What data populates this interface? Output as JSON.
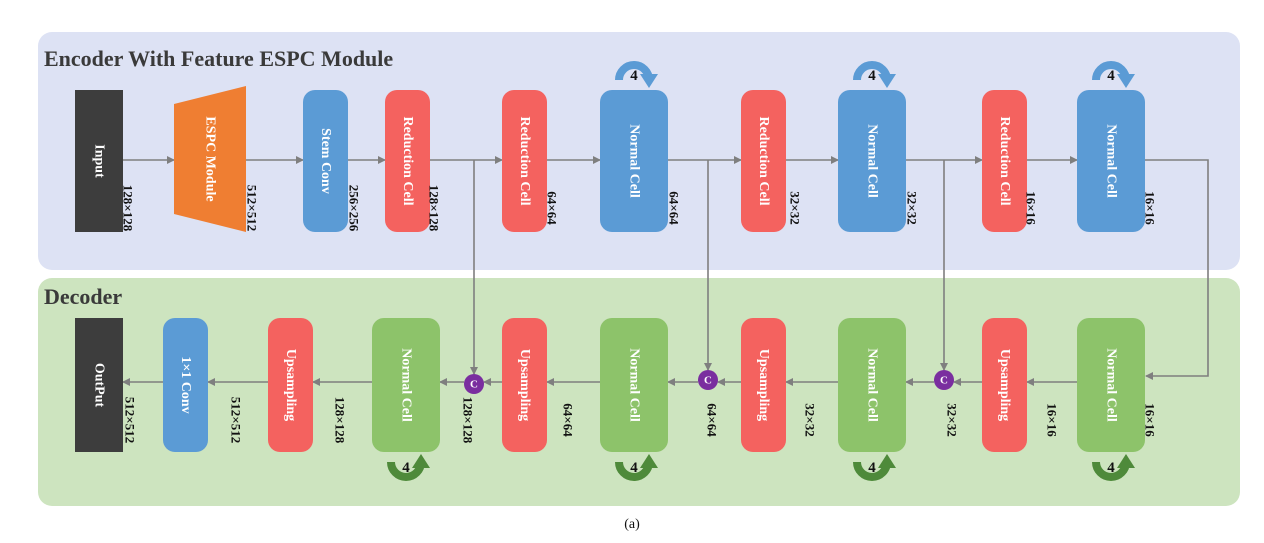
{
  "encoder": {
    "title": "Encoder With Feature ESPC Module",
    "blocks": [
      {
        "id": "input",
        "label": "Input",
        "color": "#3d3d3d",
        "dim": "128×128"
      },
      {
        "id": "espc",
        "label": "ESPC Module",
        "color": "#ef7e32",
        "dim": "512×512"
      },
      {
        "id": "stem",
        "label": "Stem Conv",
        "color": "#5b9bd5",
        "dim": "256×256"
      },
      {
        "id": "red1",
        "label": "Reduction Cell",
        "color": "#f4625f",
        "dim": "128×128"
      },
      {
        "id": "red2",
        "label": "Reduction Cell",
        "color": "#f4625f",
        "dim": "64×64"
      },
      {
        "id": "norm1",
        "label": "Normal Cell",
        "color": "#5b9bd5",
        "dim": "64×64",
        "repeat": "4"
      },
      {
        "id": "red3",
        "label": "Reduction Cell",
        "color": "#f4625f",
        "dim": "32×32"
      },
      {
        "id": "norm2",
        "label": "Normal Cell",
        "color": "#5b9bd5",
        "dim": "32×32",
        "repeat": "4"
      },
      {
        "id": "red4",
        "label": "Reduction Cell",
        "color": "#f4625f",
        "dim": "16×16"
      },
      {
        "id": "norm3",
        "label": "Normal Cell",
        "color": "#5b9bd5",
        "dim": "16×16",
        "repeat": "4"
      }
    ]
  },
  "decoder": {
    "title": "Decoder",
    "blocks": [
      {
        "id": "output",
        "label": "OutPut",
        "color": "#3d3d3d",
        "dim": "512×512"
      },
      {
        "id": "conv1x1",
        "label": "1×1 Conv",
        "color": "#5b9bd5",
        "dim": "512×512"
      },
      {
        "id": "up1",
        "label": "Upsampling",
        "color": "#f4625f",
        "dim": "128×128"
      },
      {
        "id": "dnorm1",
        "label": "Normal Cell",
        "color": "#8dc36a",
        "dim": "128×128",
        "repeat": "4"
      },
      {
        "id": "up2",
        "label": "Upsampling",
        "color": "#f4625f",
        "dim": "64×64"
      },
      {
        "id": "dnorm2",
        "label": "Normal Cell",
        "color": "#8dc36a",
        "dim": "64×64",
        "repeat": "4"
      },
      {
        "id": "up3",
        "label": "Upsampling",
        "color": "#f4625f",
        "dim": "32×32"
      },
      {
        "id": "dnorm3",
        "label": "Normal Cell",
        "color": "#8dc36a",
        "dim": "32×32",
        "repeat": "4"
      },
      {
        "id": "up4",
        "label": "Upsampling",
        "color": "#f4625f",
        "dim": "16×16"
      },
      {
        "id": "dnorm4",
        "label": "Normal Cell",
        "color": "#8dc36a",
        "dim": "16×16",
        "repeat": "4"
      }
    ],
    "concat_label": "C"
  },
  "caption": "(a)",
  "colors": {
    "encoder_bg": "#dde2f4",
    "decoder_bg": "#cde4bf",
    "encoder_loop": "#5b9bd5",
    "decoder_loop": "#4e8a3a",
    "concat": "#7a2e9f",
    "arrow": "#7f7f7f"
  }
}
